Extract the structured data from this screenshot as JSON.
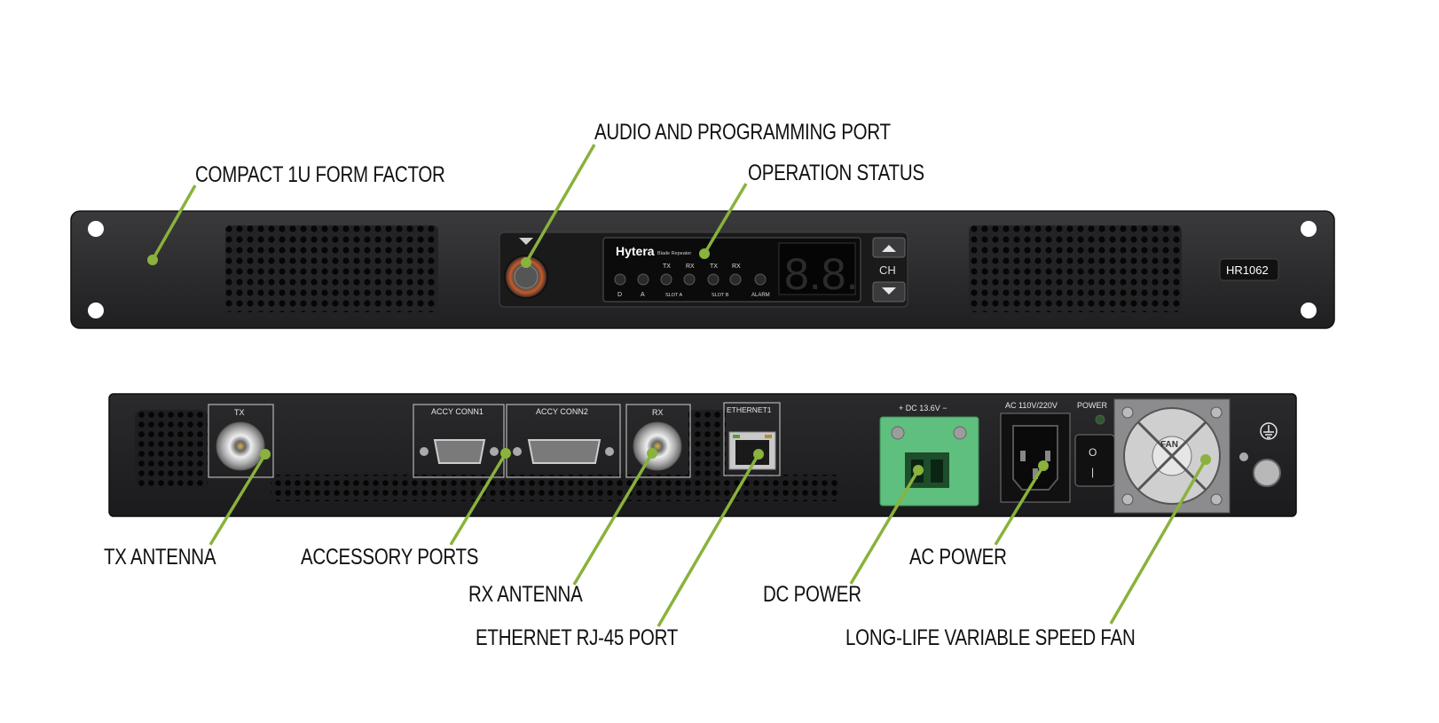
{
  "front_panel": {
    "brand": "Hytera",
    "brand_sub": "Blade Repeater",
    "model": "HR1062",
    "ch_label": "CH",
    "led_top": [
      "TX",
      "RX",
      "TX",
      "RX"
    ],
    "led_bottom": [
      "D",
      "A",
      "SLOT A",
      "SLOT B",
      "ALARM"
    ],
    "display_digits": "8.8."
  },
  "rear_panel": {
    "tx_label": "TX",
    "rx_label": "RX",
    "accy_conn1": "ACCY CONN1",
    "accy_conn2": "ACCY CONN2",
    "ethernet": "ETHERNET1",
    "dc": "+ DC 13.6V −",
    "ac": "AC 110V/220V",
    "power": "POWER",
    "fan": "FAN"
  },
  "callouts": {
    "compact": "COMPACT 1U FORM FACTOR",
    "audio_port": "AUDIO AND PROGRAMMING PORT",
    "operation_status": "OPERATION STATUS",
    "tx_antenna": "TX ANTENNA",
    "accessory_ports": "ACCESSORY PORTS",
    "rx_antenna": "RX ANTENNA",
    "ethernet_port": "ETHERNET RJ-45 PORT",
    "dc_power": "DC POWER",
    "ac_power": "AC POWER",
    "fan": "LONG-LIFE VARIABLE SPEED FAN"
  },
  "colors": {
    "callout": "#8ab23c",
    "chassis": "#2d2d2f",
    "dc_connector": "#5fbf7e"
  }
}
